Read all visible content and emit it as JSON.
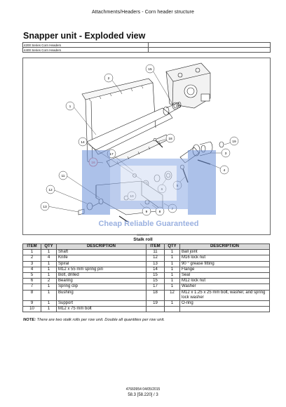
{
  "header": {
    "breadcrumb": "Attachments/Headers - Corn header structure"
  },
  "page": {
    "title": "Snapper unit - Exploded view"
  },
  "applicability": [
    {
      "model": "4200 Series Corn Headers",
      "extra": ""
    },
    {
      "model": "4400 Series Corn Headers",
      "extra": ""
    }
  ],
  "figure": {
    "sub_label": "08649C10",
    "caption": "Stalk roll",
    "watermark": "Cheap Reliable Guaranteed",
    "callouts": [
      "1",
      "2",
      "3",
      "4",
      "5",
      "6",
      "7",
      "8",
      "9",
      "10",
      "11",
      "12",
      "13",
      "14",
      "15",
      "16",
      "17",
      "18",
      "19"
    ],
    "colors": {
      "line": "#222222",
      "callout_highlight": "#d33a3a",
      "watermark": "#4a73c8"
    }
  },
  "parts_table": {
    "headers": [
      "ITEM",
      "QTY",
      "DESCRIPTION",
      "ITEM",
      "QTY",
      "DESCRIPTION"
    ],
    "rows": [
      [
        "1",
        "1",
        "Shaft",
        "11",
        "1",
        "Ball joint"
      ],
      [
        "2",
        "4",
        "Knife",
        "12",
        "1",
        "M16 lock nut"
      ],
      [
        "3",
        "1",
        "Spiral",
        "13",
        "1",
        "90 ° grease fitting"
      ],
      [
        "4",
        "1",
        "M12 x 55 mm spring pin",
        "14",
        "1",
        "Flange"
      ],
      [
        "5",
        "1",
        "Bolt, drilled",
        "15",
        "1",
        "Seal"
      ],
      [
        "6",
        "2",
        "Bearing",
        "15",
        "1",
        "M12 lock nut"
      ],
      [
        "7",
        "1",
        "Spring clip",
        "17",
        "1",
        "Washer"
      ],
      [
        "8",
        "1",
        "Bushing",
        "18",
        "12",
        "M12 x 1.25 x 25 mm bolt, washer, and spring lock washer"
      ],
      [
        "9",
        "1",
        "Support",
        "19",
        "1",
        "O-ring"
      ],
      [
        "10",
        "1",
        "M12 x 75 mm bolt",
        "",
        "",
        ""
      ]
    ]
  },
  "note": {
    "lead": "NOTE:",
    "text": " There are two stalk rolls per row unit. Double all quantities per row unit."
  },
  "footer": {
    "ref": "47660954 04/05/2015",
    "page": "58.3 [58.220] / 3"
  }
}
